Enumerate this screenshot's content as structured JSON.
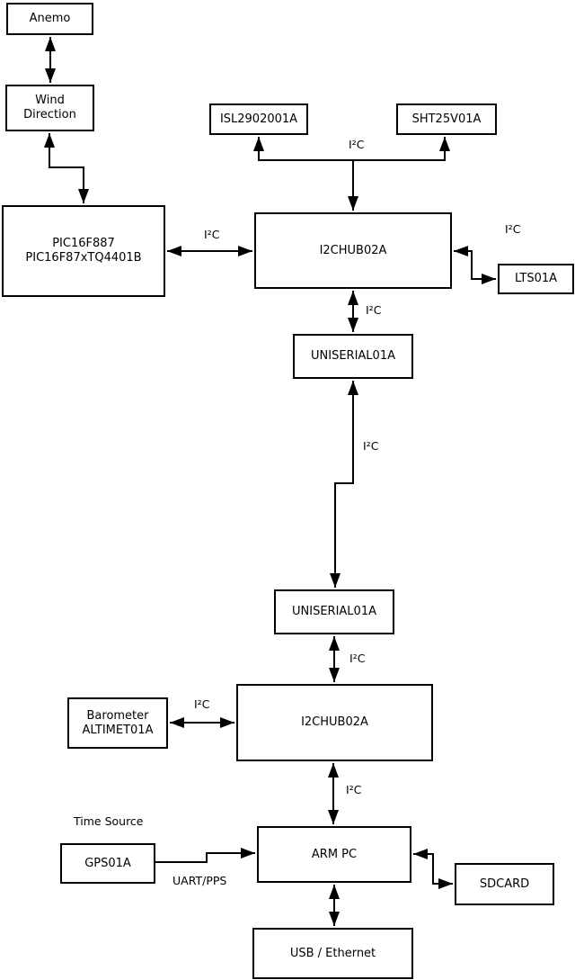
{
  "diagram": {
    "background_color": "#ffffff",
    "line_color": "#000000",
    "boxes": {
      "anemo": {
        "lines": [
          "Anemo"
        ]
      },
      "wind_direction": {
        "lines": [
          "Wind",
          "Direction"
        ]
      },
      "pic": {
        "lines": [
          "PIC16F887",
          "PIC16F87xTQ4401B"
        ]
      },
      "isl": {
        "lines": [
          "ISL2902001A"
        ]
      },
      "sht": {
        "lines": [
          "SHT25V01A"
        ]
      },
      "hub1": {
        "lines": [
          "I2CHUB02A"
        ]
      },
      "lts": {
        "lines": [
          "LTS01A"
        ]
      },
      "uniserial1": {
        "lines": [
          "UNISERIAL01A"
        ]
      },
      "uniserial2": {
        "lines": [
          "UNISERIAL01A"
        ]
      },
      "barometer": {
        "lines": [
          "Barometer",
          "ALTIMET01A"
        ]
      },
      "hub2": {
        "lines": [
          "I2CHUB02A"
        ]
      },
      "armpc": {
        "lines": [
          "ARM PC"
        ]
      },
      "gps": {
        "lines": [
          "GPS01A"
        ]
      },
      "sdcard": {
        "lines": [
          "SDCARD"
        ]
      },
      "usb": {
        "lines": [
          "USB / Ethernet"
        ]
      }
    },
    "labels": {
      "time_source": "Time Source",
      "uart_pps": "UART/PPS",
      "i2c_sensors_top": "I²C",
      "i2c_pic_hub1": "I²C",
      "i2c_hub1_lts": "I²C",
      "i2c_hub1_uniserial1": "I²C",
      "i2c_uniserial1_uniserial2": "I²C",
      "i2c_uniserial2_hub2": "I²C",
      "i2c_barometer_hub2": "I²C",
      "i2c_hub2_armpc": "I²C"
    }
  }
}
